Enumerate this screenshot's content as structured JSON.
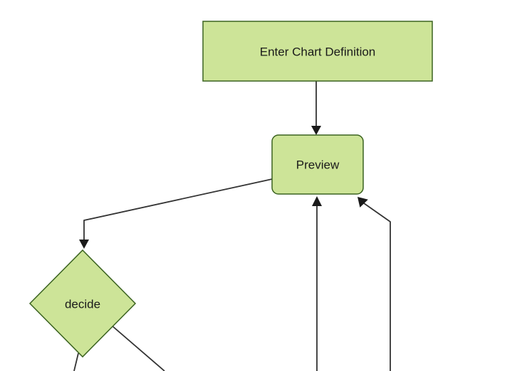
{
  "diagram": {
    "type": "flowchart",
    "direction": "top-down",
    "colors": {
      "background": "#ffffff",
      "node_fill": "#cde498",
      "node_stroke": "#3b6320",
      "edge_stroke": "#333333",
      "arrowhead_fill": "#1a1a1a",
      "label_text": "#1a1a1a"
    },
    "nodes": {
      "enter_chart_definition": {
        "label": "Enter Chart Definition",
        "shape": "rectangle"
      },
      "preview": {
        "label": "Preview",
        "shape": "rounded-rectangle"
      },
      "decide": {
        "label": "decide",
        "shape": "diamond"
      }
    },
    "edges": [
      {
        "from": "enter_chart_definition",
        "to": "preview",
        "arrow": true
      },
      {
        "from": "preview",
        "to": "decide",
        "arrow": true
      },
      {
        "from": "decide",
        "to": "offscreen-bottom-left",
        "arrow": false
      },
      {
        "from": "decide",
        "to": "offscreen-bottom-right",
        "arrow": false
      },
      {
        "from": "offscreen-bottom-center",
        "to": "preview",
        "arrow": true
      },
      {
        "from": "offscreen-bottom-right",
        "to": "preview",
        "arrow": true
      }
    ]
  }
}
